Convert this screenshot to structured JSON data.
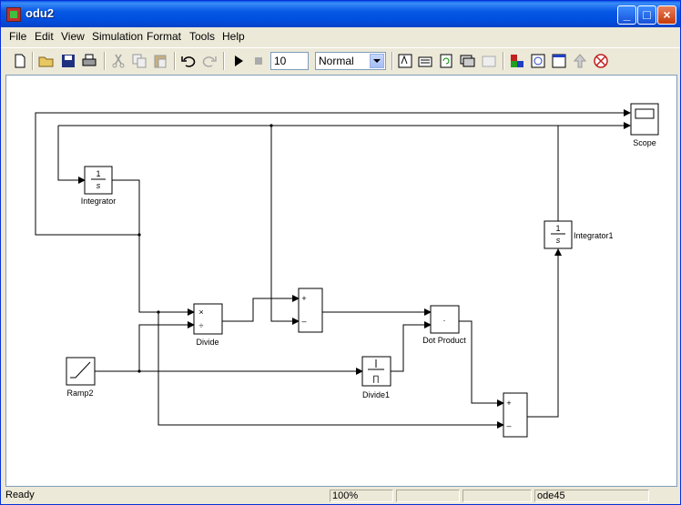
{
  "window": {
    "title": "odu2"
  },
  "menu": [
    "File",
    "Edit",
    "View",
    "Simulation",
    "Format",
    "Tools",
    "Help"
  ],
  "toolbar": {
    "stop_time": "10",
    "mode": "Normal"
  },
  "blocks": {
    "integrator": {
      "label": "Integrator",
      "num": "1",
      "den": "s"
    },
    "integrator1": {
      "label": "Integrator1",
      "num": "1",
      "den": "s"
    },
    "scope": {
      "label": "Scope"
    },
    "divide": {
      "label": "Divide",
      "op1": "×",
      "op2": "÷"
    },
    "sum1": {
      "plus": "+",
      "minus": "–"
    },
    "sum2": {
      "plus": "+",
      "minus": "–"
    },
    "dot_product": {
      "label": "Dot Product",
      "sym": "·"
    },
    "divide1": {
      "label": "Divide1",
      "sym": "∏"
    },
    "ramp2": {
      "label": "Ramp2"
    }
  },
  "status": {
    "state": "Ready",
    "zoom": "100%",
    "solver": "ode45"
  }
}
